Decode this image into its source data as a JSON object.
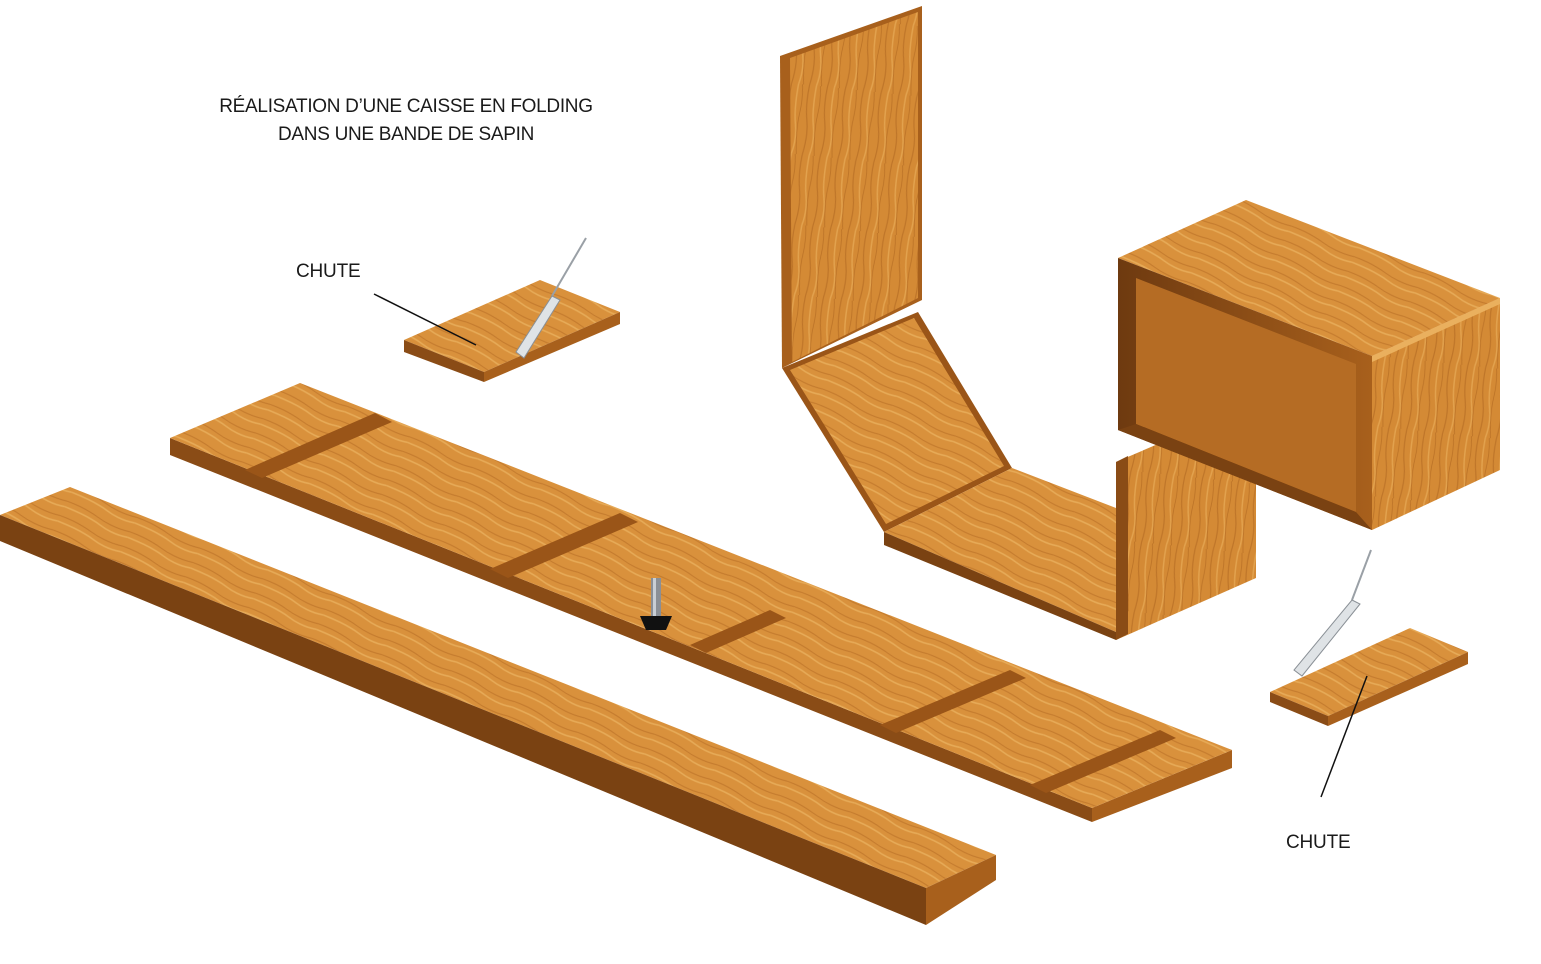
{
  "title": {
    "line1": "RÉALISATION D’UNE CAISSE EN FOLDING",
    "line2": "DANS UNE BANDE DE SAPIN"
  },
  "labels": {
    "offcut_left": "CHUTE",
    "offcut_right": "CHUTE"
  },
  "colors": {
    "wood_top": "#d48a35",
    "wood_light": "#e3a24c",
    "wood_side": "#a8601c",
    "wood_dark": "#7a4212",
    "grain": "#b26a22",
    "background": "#ffffff"
  }
}
